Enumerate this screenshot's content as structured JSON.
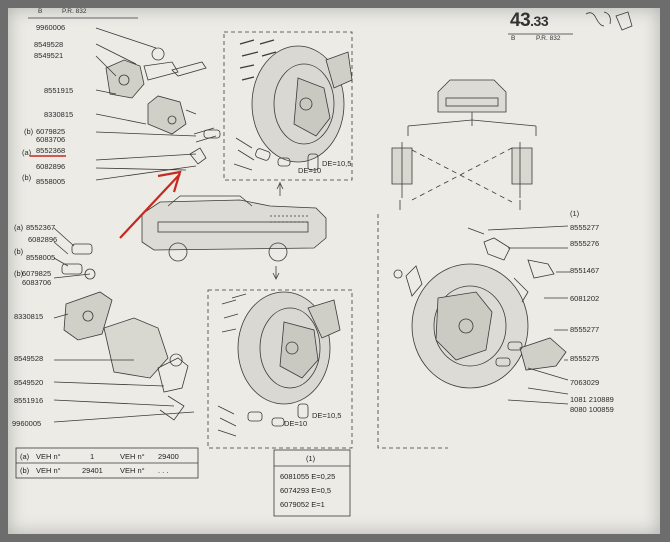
{
  "header": {
    "left_code": "B",
    "left_ref": "P.R. 832",
    "page_number": "43",
    "page_number_suffix": ".33",
    "right_code": "B",
    "right_ref": "P.R. 832"
  },
  "left_top_parts": [
    "9960006",
    "8549528",
    "8549521",
    "8551915",
    "8330815",
    "6079825",
    "6083706",
    "8552368",
    "6082896",
    "8558005"
  ],
  "left_top_markers": [
    "(b)",
    "(a)",
    "(b)"
  ],
  "left_bottom_parts": [
    "8552367",
    "6082896",
    "8558005",
    "6079825",
    "6083706",
    "8330815",
    "8549528",
    "8549520",
    "8551916",
    "9960005"
  ],
  "left_bottom_markers": [
    "(a)",
    "(b)",
    "(b)"
  ],
  "dimension_labels": [
    "DE=10",
    "DE=10,5",
    "DE=10",
    "DE=10,5"
  ],
  "right_parts": [
    "(1)",
    "8555277",
    "8555276",
    "8551467",
    "6081202",
    "8555277",
    "8555275",
    "7063029",
    "1081 210889",
    "8080 100859"
  ],
  "legend": [
    {
      "key": "(a)",
      "text": "VEH n°",
      "num": "1",
      "text2": "VEH n°",
      "num2": "29400"
    },
    {
      "key": "(b)",
      "text": "VEH n°",
      "num": "29401",
      "text2": "VEH n°",
      "num2": ". . ."
    }
  ],
  "shim_table": {
    "header": "(1)",
    "rows": [
      "6081055 E=0,25",
      "6074293 E=0,5",
      "6079052 E=1"
    ]
  },
  "colors": {
    "annotation": "#c62a1f",
    "ink": "#2a2a2a",
    "paper": "#ecebe6"
  }
}
